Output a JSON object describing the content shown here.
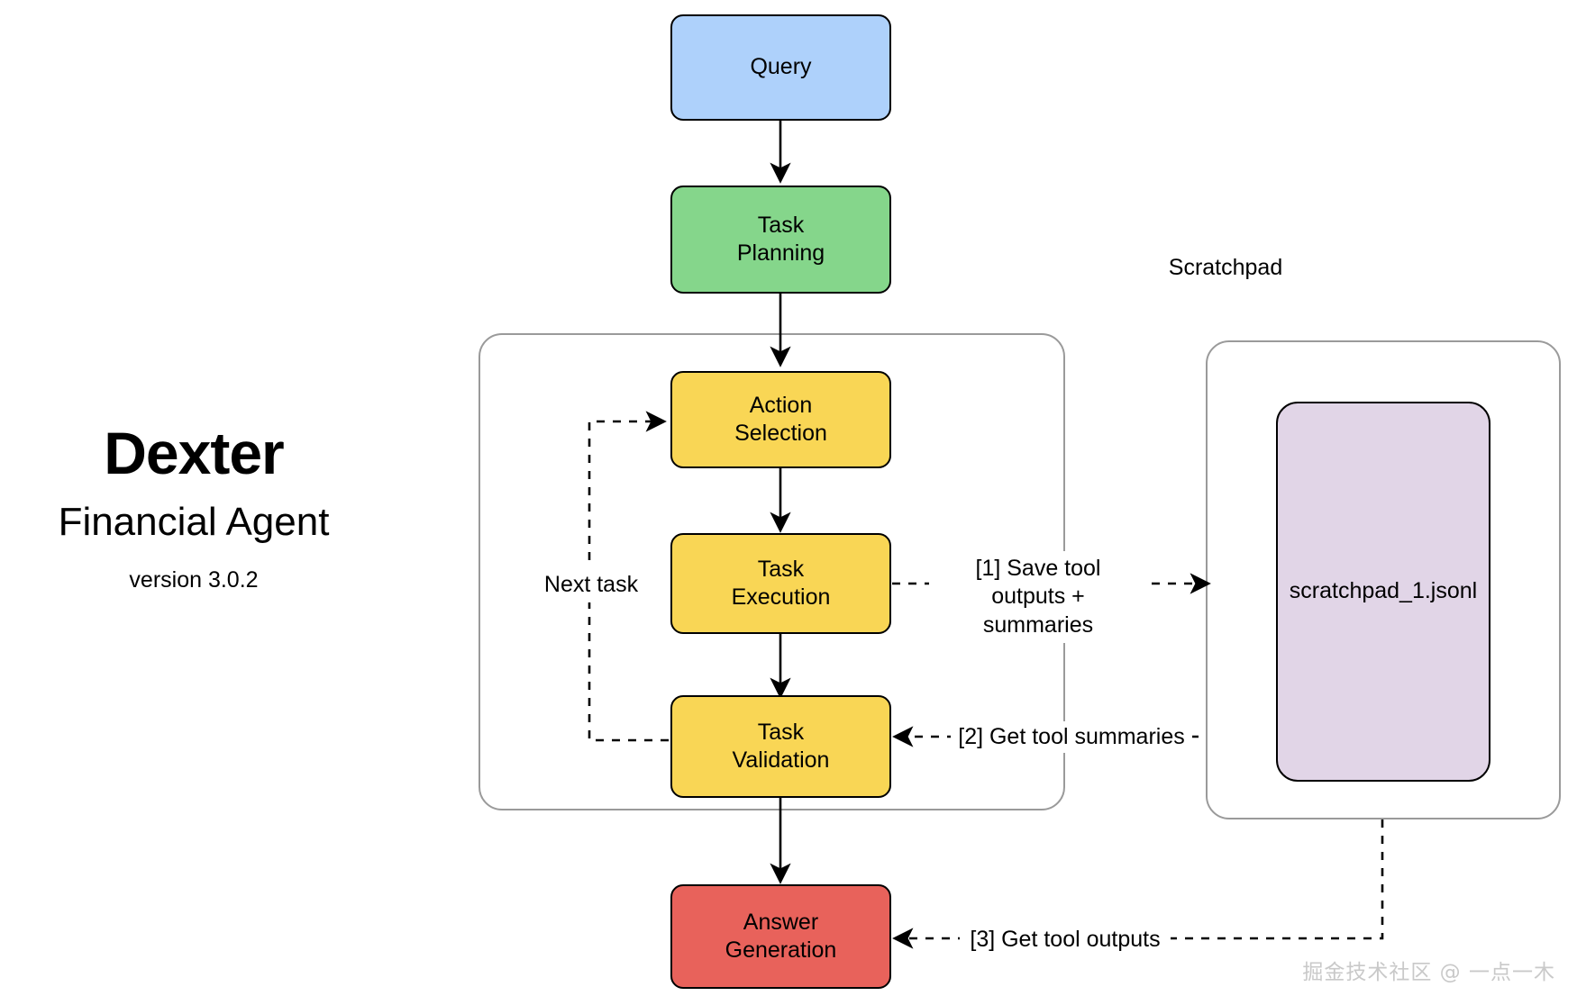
{
  "brand": {
    "name": "Dexter",
    "subtitle": "Financial Agent",
    "version": "version 3.0.2"
  },
  "nodes": {
    "query": {
      "label": "Query",
      "color": "#aed1fb"
    },
    "task_planning": {
      "label": "Task\nPlanning",
      "color": "#85d68b"
    },
    "action_selection": {
      "label": "Action\nSelection",
      "color": "#f9d655"
    },
    "task_execution": {
      "label": "Task\nExecution",
      "color": "#f9d655"
    },
    "task_validation": {
      "label": "Task\nValidation",
      "color": "#f9d655"
    },
    "answer_generation": {
      "label": "Answer\nGeneration",
      "color": "#e8625b"
    },
    "scratchpad_file": {
      "label": "scratchpad_1.jsonl",
      "color": "#e1d5e7"
    }
  },
  "containers": {
    "agent_loop": {
      "label": ""
    },
    "scratchpad": {
      "label": "Scratchpad"
    }
  },
  "edges": {
    "next_task": "Next task",
    "save_tool_outputs": "[1] Save tool\noutputs + summaries",
    "get_tool_summaries": "[2] Get tool summaries",
    "get_tool_outputs": "[3] Get tool outputs"
  },
  "watermark": "掘金技术社区 @ 一点一木",
  "colors": {
    "blue": "#aed1fb",
    "green": "#85d68b",
    "yellow": "#f9d655",
    "red": "#e8625b",
    "purple": "#e1d5e7",
    "stroke": "#000000",
    "container_stroke": "#9a9a9a"
  }
}
